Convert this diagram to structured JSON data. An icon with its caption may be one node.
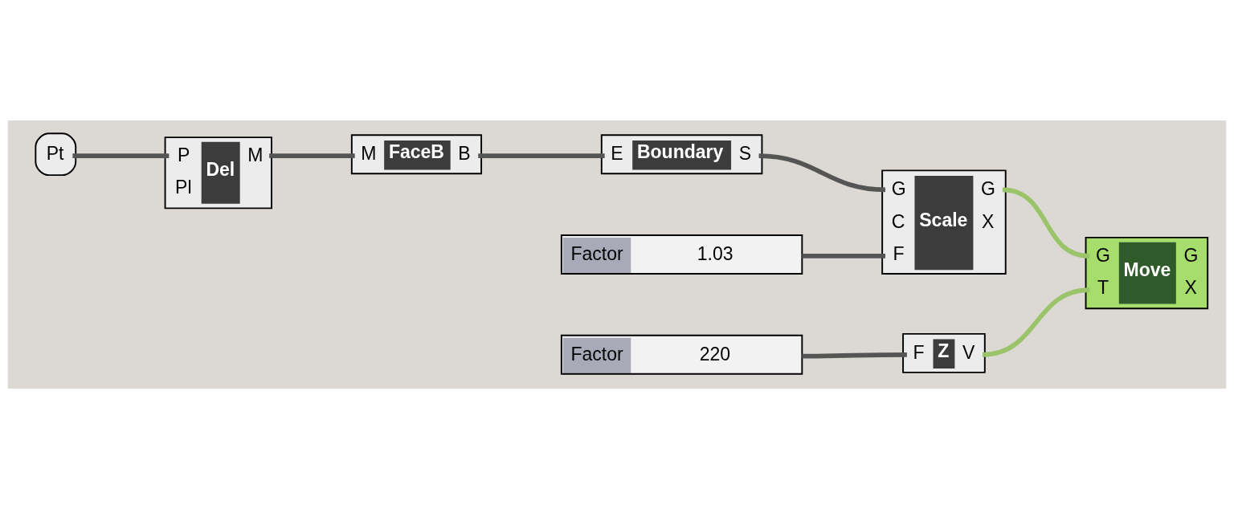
{
  "diagram": {
    "nodes": [
      {
        "text": [
          "Pt"
        ]
      },
      {
        "text": [
          "P",
          "Pl",
          "Del",
          "M"
        ]
      },
      {
        "text": [
          "M",
          "FaceB",
          "B"
        ]
      },
      {
        "text": [
          "E",
          "Boundary",
          "S"
        ]
      },
      {
        "text": [
          "Factor",
          "1.03"
        ]
      },
      {
        "text": [
          "G",
          "C",
          "F",
          "Scale",
          "G",
          "X"
        ]
      },
      {
        "text": [
          "G",
          "T",
          "Move",
          "G",
          "X"
        ]
      },
      {
        "text": [
          "Factor",
          "220"
        ]
      },
      {
        "text": [
          "F",
          "Z",
          "V"
        ]
      }
    ],
    "edges": [
      {
        "from": 0,
        "to": 1,
        "arrow": "none"
      },
      {
        "from": 1,
        "to": 2,
        "arrow": "none"
      },
      {
        "from": 2,
        "to": 3,
        "arrow": "none"
      },
      {
        "from": 3,
        "to": 5,
        "arrow": "none"
      },
      {
        "from": 4,
        "to": 5,
        "arrow": "none"
      },
      {
        "from": 5,
        "to": 6,
        "arrow": "none",
        "color": "#9bc46a"
      },
      {
        "from": 7,
        "to": 8,
        "arrow": "none"
      },
      {
        "from": 8,
        "to": 6,
        "arrow": "none",
        "color": "#9bc46a"
      }
    ]
  }
}
